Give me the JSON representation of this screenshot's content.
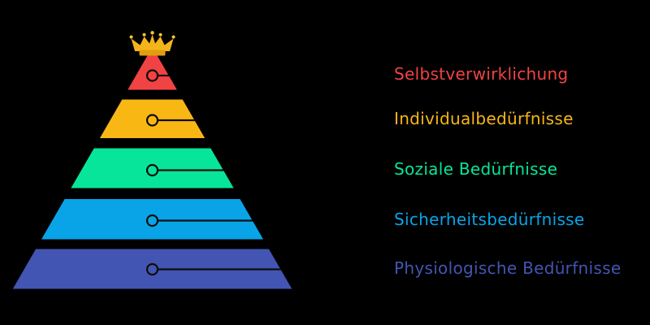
{
  "background_color": "#000000",
  "connector_color": "#0d0d0d",
  "crown": {
    "body_gold": "#F4B51C",
    "band_gold": "#E29E0E",
    "ball_gold": "#F6C62E"
  },
  "levels": [
    {
      "label": "Selbstverwirklichung",
      "color": "#F14343"
    },
    {
      "label": "Individualbedürfnisse",
      "color": "#F9B714"
    },
    {
      "label": "Soziale Bedürfnisse",
      "color": "#07E59A"
    },
    {
      "label": "Sicherheitsbedürfnisse",
      "color": "#09A4E8"
    },
    {
      "label": "Physiologische Bedürfnisse",
      "color": "#4355B2"
    }
  ]
}
